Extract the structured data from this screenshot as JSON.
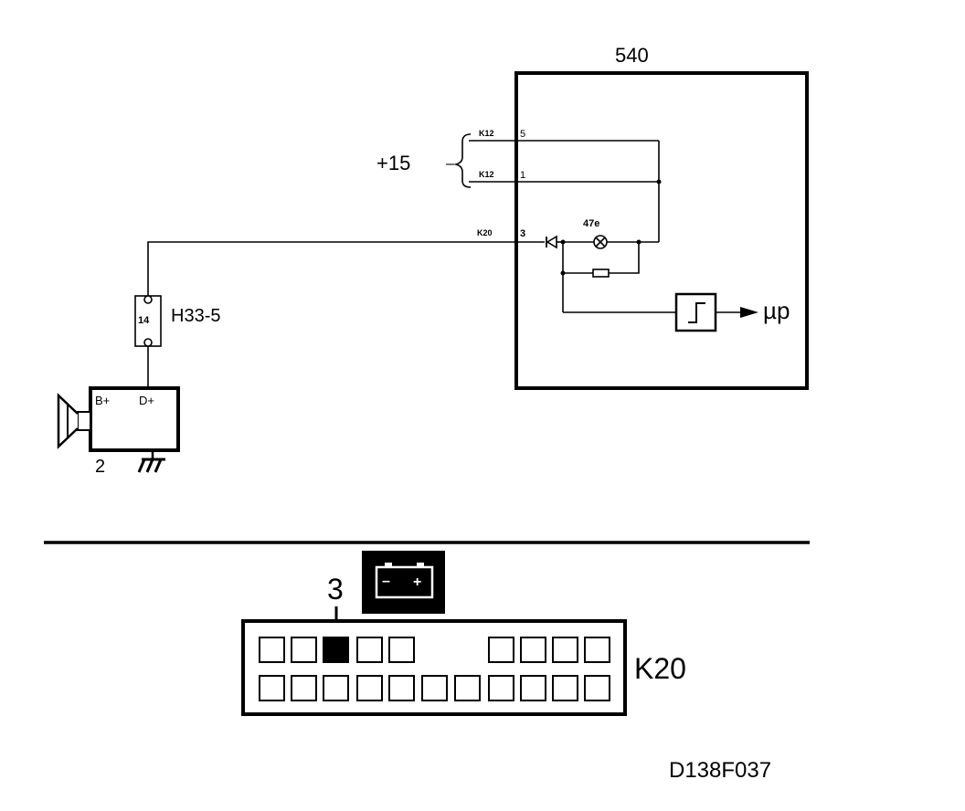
{
  "labels": {
    "module_number": "540",
    "plus15": "+15",
    "dash": "–",
    "k12_a": "K12",
    "pin_5": "5",
    "k12_b": "K12",
    "pin_1": "1",
    "k20_small": "K20",
    "pin_3_small": "3",
    "lamp_47e": "47e",
    "mu_p": "µp",
    "fuse_14": "14",
    "fuse_ref": "H33-5",
    "gen_bplus": "B+",
    "gen_dplus": "D+",
    "gen_number": "2",
    "connector_pin_3": "3",
    "connector_name": "K20",
    "doc_code": "D138F037"
  },
  "icons": {
    "battery": "battery-icon",
    "ground": "ground-icon",
    "lamp": "lamp-icon",
    "diode": "diode-icon",
    "resistor": "resistor-icon",
    "schmitt_trigger": "schmitt-trigger-icon",
    "pulley": "pulley-icon",
    "battery_minus": "–",
    "battery_plus": "+"
  },
  "connector_k20": {
    "top_row_cavities": 9,
    "bottom_row_cavities": 11,
    "highlighted_pin": 3
  },
  "colors": {
    "line": "#000000",
    "background": "#ffffff"
  }
}
